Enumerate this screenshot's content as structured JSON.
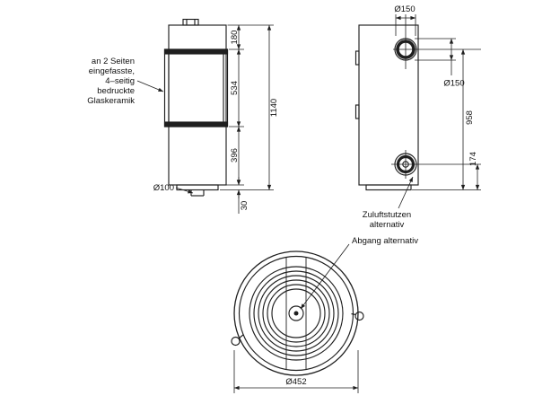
{
  "drawing": {
    "glass_note": {
      "l1": "an 2 Seiten",
      "l2": "eingefasste,",
      "l3": "4–seitig",
      "l4": "bedruckte",
      "l5": "Glaskeramik"
    },
    "front": {
      "dim_top": "180",
      "dim_glass": "534",
      "dim_lower": "396",
      "dim_total": "1140",
      "dim_base": "30",
      "dim_base_diameter": "Ø100"
    },
    "rear": {
      "dim_flue_top_diameter": "Ø150",
      "dim_flue_side_diameter": "Ø150",
      "dim_flue_height": "958",
      "dim_inlet_height": "174",
      "zuluft_l1": "Zuluftstutzen",
      "zuluft_l2": "alternativ"
    },
    "top": {
      "abgang_label": "Abgang alternativ",
      "dim_outer_diameter": "Ø452"
    },
    "colors": {
      "line": "#1f1f1f",
      "background": "#ffffff"
    }
  }
}
